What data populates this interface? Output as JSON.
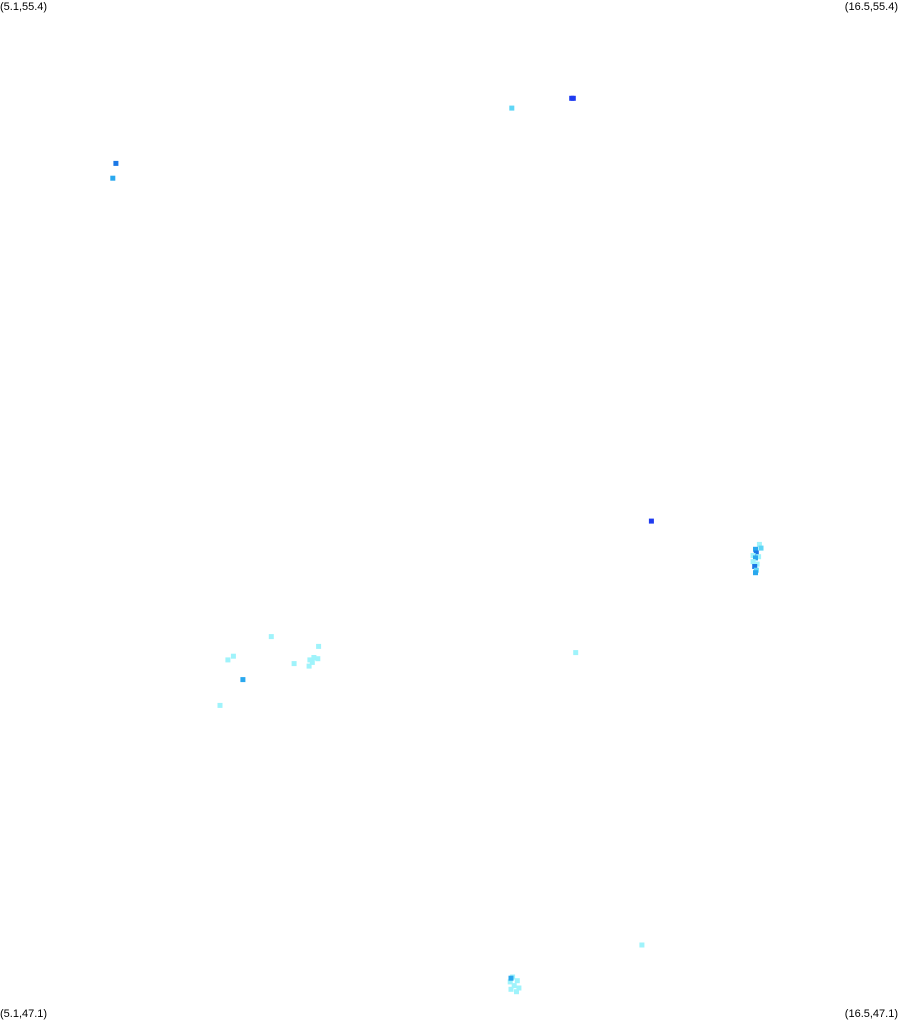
{
  "corners": {
    "top_left": "(5.1,55.4)",
    "top_right": "(16.5,55.4)",
    "bottom_left": "(5.1,47.1)",
    "bottom_right": "(16.5,47.1)"
  },
  "extent": {
    "lon_min": 5.1,
    "lon_max": 16.5,
    "lat_min": 47.1,
    "lat_max": 55.4
  },
  "colors": {
    "background": "#ffffff",
    "low": "#9ff3fb",
    "mid_low": "#5fd6f6",
    "mid": "#2aa8ee",
    "mid_high": "#1a78e6",
    "high": "#1f3bf0"
  },
  "points": [
    {
      "lon": 12.37,
      "lat": 54.6,
      "level": "high"
    },
    {
      "lon": 12.35,
      "lat": 54.6,
      "level": "high"
    },
    {
      "lon": 11.59,
      "lat": 54.52,
      "level": "mid_low"
    },
    {
      "lon": 6.57,
      "lat": 54.07,
      "level": "mid_high"
    },
    {
      "lon": 6.53,
      "lat": 53.95,
      "level": "mid"
    },
    {
      "lon": 13.36,
      "lat": 51.16,
      "level": "high"
    },
    {
      "lon": 14.73,
      "lat": 50.97,
      "level": "low"
    },
    {
      "lon": 14.75,
      "lat": 50.94,
      "level": "mid_low"
    },
    {
      "lon": 14.68,
      "lat": 50.93,
      "level": "mid"
    },
    {
      "lon": 14.69,
      "lat": 50.9,
      "level": "mid_high"
    },
    {
      "lon": 14.65,
      "lat": 50.88,
      "level": "low"
    },
    {
      "lon": 14.72,
      "lat": 50.87,
      "level": "low"
    },
    {
      "lon": 14.68,
      "lat": 50.86,
      "level": "mid"
    },
    {
      "lon": 14.65,
      "lat": 50.83,
      "level": "low"
    },
    {
      "lon": 14.7,
      "lat": 50.81,
      "level": "low"
    },
    {
      "lon": 14.67,
      "lat": 50.79,
      "level": "mid_high"
    },
    {
      "lon": 14.69,
      "lat": 50.76,
      "level": "mid_low"
    },
    {
      "lon": 14.68,
      "lat": 50.74,
      "level": "mid"
    },
    {
      "lon": 8.54,
      "lat": 50.22,
      "level": "low"
    },
    {
      "lon": 9.14,
      "lat": 50.14,
      "level": "low"
    },
    {
      "lon": 9.08,
      "lat": 50.05,
      "level": "low"
    },
    {
      "lon": 9.13,
      "lat": 50.04,
      "level": "low"
    },
    {
      "lon": 9.03,
      "lat": 50.03,
      "level": "low"
    },
    {
      "lon": 9.06,
      "lat": 50.01,
      "level": "low"
    },
    {
      "lon": 9.02,
      "lat": 49.98,
      "level": "low"
    },
    {
      "lon": 8.83,
      "lat": 50.0,
      "level": "low"
    },
    {
      "lon": 7.99,
      "lat": 50.03,
      "level": "low"
    },
    {
      "lon": 8.06,
      "lat": 50.06,
      "level": "low"
    },
    {
      "lon": 12.4,
      "lat": 50.09,
      "level": "low"
    },
    {
      "lon": 8.18,
      "lat": 49.87,
      "level": "mid"
    },
    {
      "lon": 7.89,
      "lat": 49.66,
      "level": "low"
    },
    {
      "lon": 13.24,
      "lat": 47.71,
      "level": "low"
    },
    {
      "lon": 11.6,
      "lat": 47.45,
      "level": "low"
    },
    {
      "lon": 11.66,
      "lat": 47.42,
      "level": "low"
    },
    {
      "lon": 11.57,
      "lat": 47.41,
      "level": "low"
    },
    {
      "lon": 11.62,
      "lat": 47.38,
      "level": "low"
    },
    {
      "lon": 11.68,
      "lat": 47.36,
      "level": "low"
    },
    {
      "lon": 11.58,
      "lat": 47.35,
      "level": "low"
    },
    {
      "lon": 11.65,
      "lat": 47.33,
      "level": "low"
    },
    {
      "lon": 11.58,
      "lat": 47.44,
      "level": "mid"
    }
  ]
}
